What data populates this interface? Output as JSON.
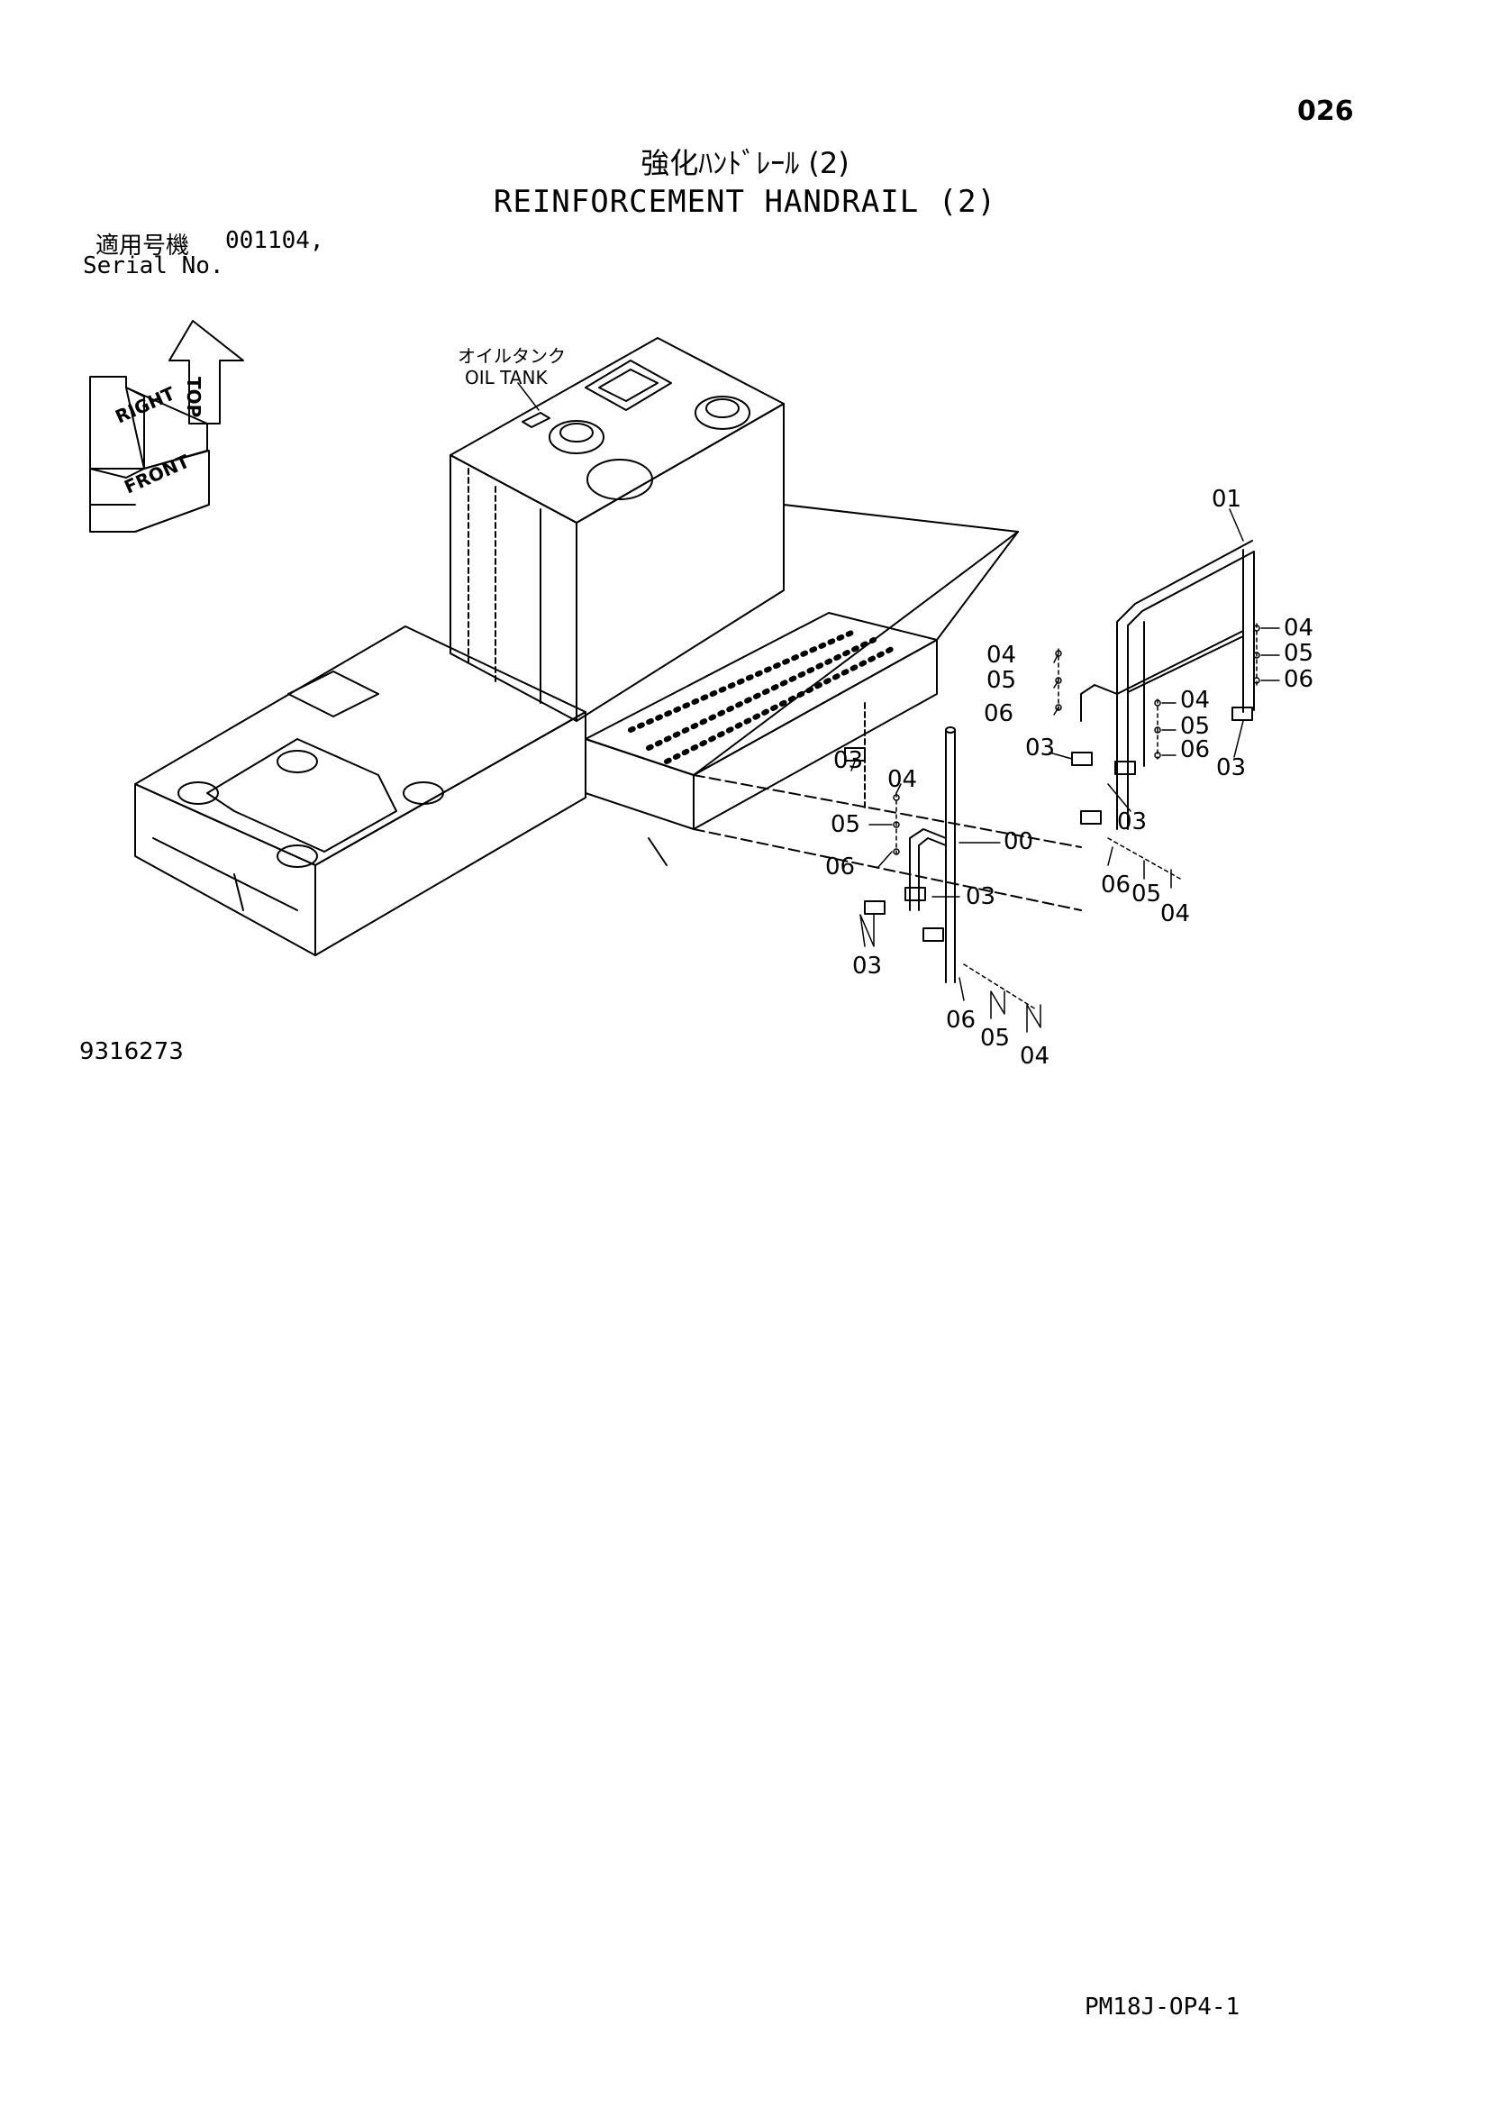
{
  "header": {
    "page_number": "026",
    "title_jp": "強化ﾊﾝﾄﾞﾚｰﾙ (2)",
    "title_en": "REINFORCEMENT HANDRAIL (2)"
  },
  "serial": {
    "label_jp": "適用号機",
    "value": "001104,",
    "label_en": "Serial No."
  },
  "orientation_icon": {
    "top": "TOP",
    "right": "RIGHT",
    "front": "FRONT"
  },
  "callouts": {
    "oil_tank_jp": "オイルタンク",
    "oil_tank_en": "OIL TANK",
    "parts": {
      "p00": "00",
      "p01": "01",
      "p03": "03",
      "p04": "04",
      "p05": "05",
      "p06": "06"
    }
  },
  "drawing_number": "9316273",
  "footer_code": "PM18J-OP4-1"
}
